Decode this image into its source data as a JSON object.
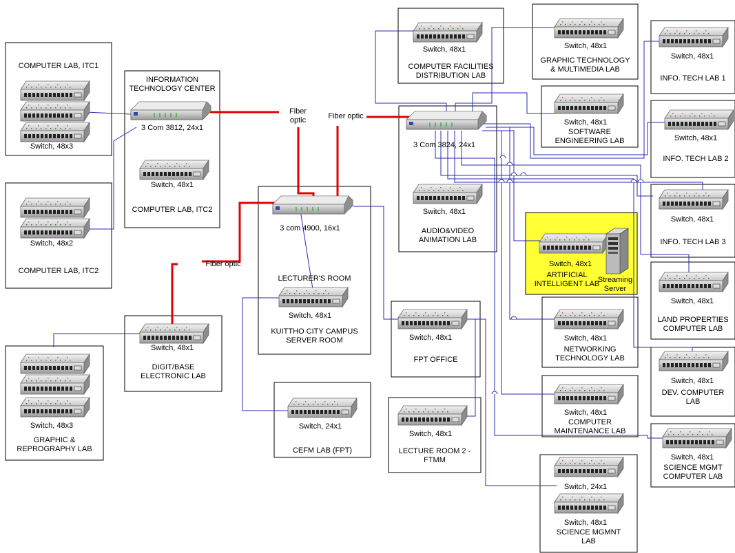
{
  "colors": {
    "fiber": "#e00000",
    "link": "#2a2ab0",
    "frame": "#000000",
    "highlight": "#ffff33"
  },
  "labels": {
    "itc1_title": "COMPUTER LAB, ITC1",
    "itc1_switch": "Switch, 48x3",
    "itc2_left_switch": "Switch, 48x2",
    "itc2_left_title": "COMPUTER LAB, ITC2",
    "itc_center_title": "INFORMATION\nTECHNOLOGY CENTER",
    "itc_center_router": "3 Com 3812, 24x1",
    "itc_center_switch": "Switch, 48x1",
    "itc_center_lab": "COMPUTER LAB, ITC2",
    "fiber1": "Fiber\noptic",
    "fiber2": "Fiber optic",
    "fiber3": "Fiber optic",
    "core_router": "3 com 4900, 16x1",
    "lecturers_room": "LECTURER'S ROOM",
    "server_switch": "Switch, 48x1",
    "server_room": "KUITTHO CITY CAMPUS\nSERVER ROOM",
    "digit_switch": "Switch, 48x1",
    "digit_lab": "DIGIT/BASE\nELECTRONIC LAB",
    "graphic_switch": "Switch, 48x3",
    "graphic_lab": "GRAPHIC &\nREPROGRAPHY LAB",
    "cefm_switch": "Switch, 24x1",
    "cefm_lab": "CEFM LAB (FPT)",
    "fpt_switch": "Switch, 48x1",
    "fpt_office": "FPT OFFICE",
    "lr2_switch": "Switch, 48x1",
    "lr2_lab": "LECTURE ROOM 2 -\nFTMM",
    "cfd_switch": "Switch, 48x1",
    "cfd_lab": "COMPUTER FACILITIES\nDISTRIBUTION LAB",
    "av_router": "3 Com 3824, 24x1",
    "av_switch": "Switch, 48x1",
    "av_lab": "AUDIO&VIDEO\nANIMATION LAB",
    "gtm_switch": "Switch, 48x1",
    "gtm_lab": "GRAPHIC TECHNOLOGY\n& MULTIMEDIA LAB",
    "se_switch": "Switch, 48x1",
    "se_lab": "SOFTWARE\nENGINEERING LAB",
    "ai_switch": "Switch, 48x1",
    "ai_lab": "ARTIFICIAL\nINTELLIGENT LAB",
    "streaming": "Streaming\nServer",
    "net_switch": "Switch, 48x1",
    "net_lab": "NETWORKING\nTECHNOLOGY LAB",
    "cm_switch": "Switch, 48x1",
    "cm_lab": "COMPUTER\nMAINTENANCE LAB",
    "sci_switch1": "Switch, 24x1",
    "sci_switch2": "Switch, 48x1",
    "sci_lab": "SCIENCE MGMNT\nLAB",
    "it1_switch": "Switch, 48x1",
    "it1_lab": "INFO. TECH LAB 1",
    "it2_switch": "Switch, 48x1",
    "it2_lab": "INFO. TECH LAB 2",
    "it3_switch": "Switch, 48x1",
    "it3_lab": "INFO. TECH LAB 3",
    "lp_switch": "Switch, 48x1",
    "lp_lab": "LAND PROPERTIES\nCOMPUTER LAB",
    "dev_switch": "Switch, 48x1",
    "dev_lab": "DEV. COMPUTER\nLAB",
    "sm_switch": "Switch, 48x1",
    "sm_lab": "SCIENCE MGMT\nCOMPUTER LAB"
  }
}
